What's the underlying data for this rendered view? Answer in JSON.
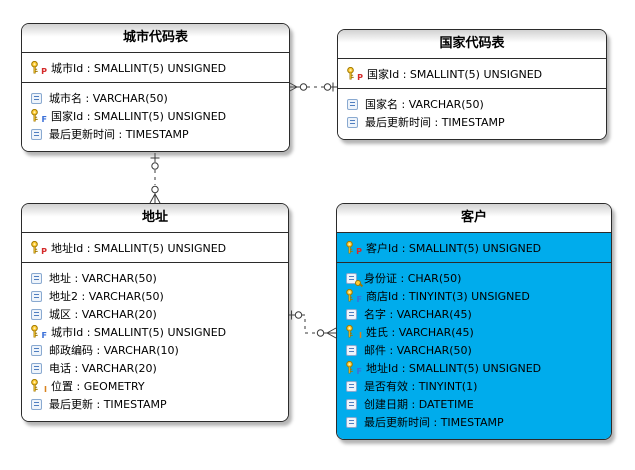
{
  "diagram": {
    "colors": {
      "highlight": "#00ACEC",
      "key_gold": "#FFCC33",
      "pk_letter": "#D42A2A",
      "fk_letter": "#3A6FD8",
      "index_letter": "#D8821E",
      "line": "#3A3A3A"
    },
    "icon_letters": {
      "primary": "P",
      "foreign": "F",
      "index": "I"
    },
    "tables": [
      {
        "title": "城市代码表",
        "highlighted": false,
        "primary_columns": [
          {
            "icon": "primary-key-icon",
            "label": "城市Id : SMALLINT(5) UNSIGNED"
          }
        ],
        "columns": [
          {
            "icon": "column-icon",
            "label": "城市名 : VARCHAR(50)"
          },
          {
            "icon": "foreign-key-icon",
            "label": "国家Id : SMALLINT(5) UNSIGNED"
          },
          {
            "icon": "column-icon",
            "label": "最后更新时间 : TIMESTAMP"
          }
        ]
      },
      {
        "title": "国家代码表",
        "highlighted": false,
        "primary_columns": [
          {
            "icon": "primary-key-icon",
            "label": "国家Id : SMALLINT(5) UNSIGNED"
          }
        ],
        "columns": [
          {
            "icon": "column-icon",
            "label": "国家名 : VARCHAR(50)"
          },
          {
            "icon": "column-icon",
            "label": "最后更新时间 : TIMESTAMP"
          }
        ]
      },
      {
        "title": "地址",
        "highlighted": false,
        "primary_columns": [
          {
            "icon": "primary-key-icon",
            "label": "地址Id : SMALLINT(5) UNSIGNED"
          }
        ],
        "columns": [
          {
            "icon": "column-icon",
            "label": "地址 : VARCHAR(50)"
          },
          {
            "icon": "column-icon",
            "label": "地址2 : VARCHAR(50)"
          },
          {
            "icon": "column-icon",
            "label": "城区 : VARCHAR(20)"
          },
          {
            "icon": "foreign-key-icon",
            "label": "城市Id : SMALLINT(5) UNSIGNED"
          },
          {
            "icon": "column-icon",
            "label": "邮政编码 : VARCHAR(10)"
          },
          {
            "icon": "column-icon",
            "label": "电话 : VARCHAR(20)"
          },
          {
            "icon": "index-key-icon",
            "label": "位置 : GEOMETRY"
          },
          {
            "icon": "column-icon",
            "label": "最后更新 : TIMESTAMP"
          }
        ]
      },
      {
        "title": "客户",
        "highlighted": true,
        "primary_columns": [
          {
            "icon": "primary-key-icon",
            "label": "客户Id : SMALLINT(5) UNSIGNED"
          }
        ],
        "columns": [
          {
            "icon": "unique-column-icon",
            "label": "身份证 : CHAR(50)"
          },
          {
            "icon": "foreign-key-icon",
            "label": "商店Id : TINYINT(3) UNSIGNED"
          },
          {
            "icon": "column-icon",
            "label": "名字 : VARCHAR(45)"
          },
          {
            "icon": "index-key-icon",
            "label": "姓氏 : VARCHAR(45)"
          },
          {
            "icon": "column-icon",
            "label": "邮件 : VARCHAR(50)"
          },
          {
            "icon": "foreign-key-icon",
            "label": "地址Id : SMALLINT(5) UNSIGNED"
          },
          {
            "icon": "column-icon",
            "label": "是否有效 : TINYINT(1)"
          },
          {
            "icon": "column-icon",
            "label": "创建日期 : DATETIME"
          },
          {
            "icon": "column-icon",
            "label": "最后更新时间 : TIMESTAMP"
          }
        ]
      }
    ],
    "relationships": [
      {
        "from": "城市代码表",
        "from_end": "zero-or-many",
        "to": "国家代码表",
        "to_end": "zero-or-one",
        "line": "dashed"
      },
      {
        "from": "地址",
        "from_end": "zero-or-many",
        "to": "城市代码表",
        "to_end": "zero-or-one",
        "line": "dashed"
      },
      {
        "from": "客户",
        "from_end": "zero-or-many",
        "to": "地址",
        "to_end": "zero-or-one",
        "line": "dashed"
      }
    ]
  }
}
